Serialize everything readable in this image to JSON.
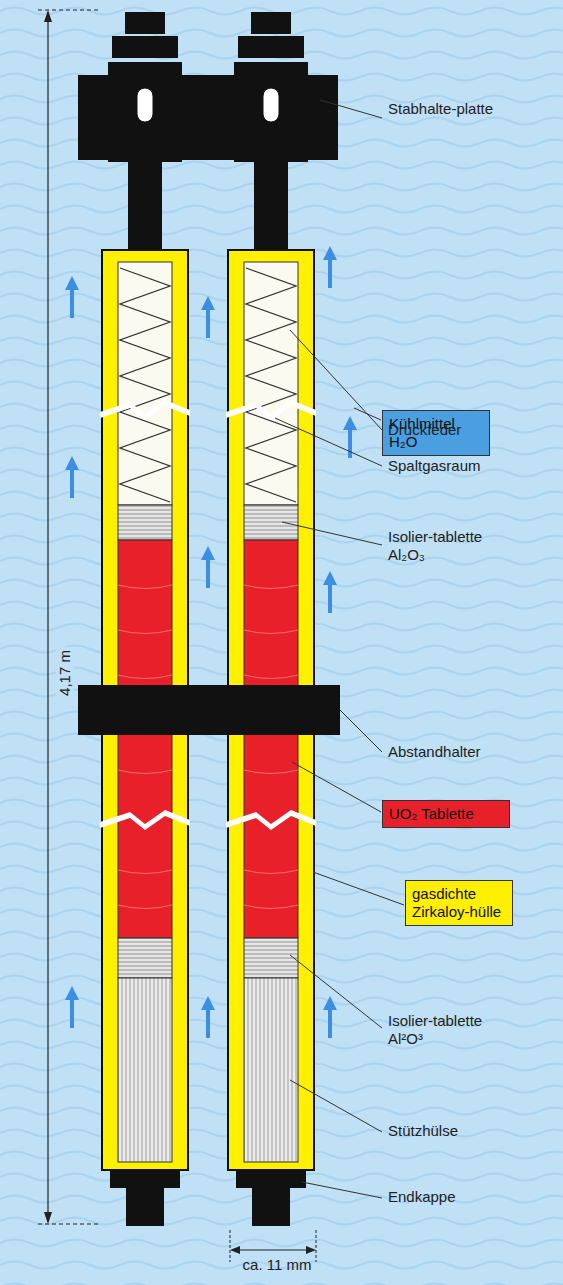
{
  "diagram": {
    "nodes": [
      {
        "text": [
          "Kühlmittel H₂O"
        ]
      },
      {
        "text": [
          "UO₂ Tablette"
        ]
      },
      {
        "text": [
          "gasdichte Zirkaloy-hülle"
        ]
      }
    ],
    "labels": [
      "4,17 m",
      "Stabhalte-platte",
      "Druckfeder",
      "Spaltgasraum",
      "Isolier-tablette Al₂O₃",
      "Abstandhalter",
      "Isolier-tablette Al²O³",
      "Stützhülse",
      "Endkappe",
      "ca. 11 mm"
    ]
  }
}
